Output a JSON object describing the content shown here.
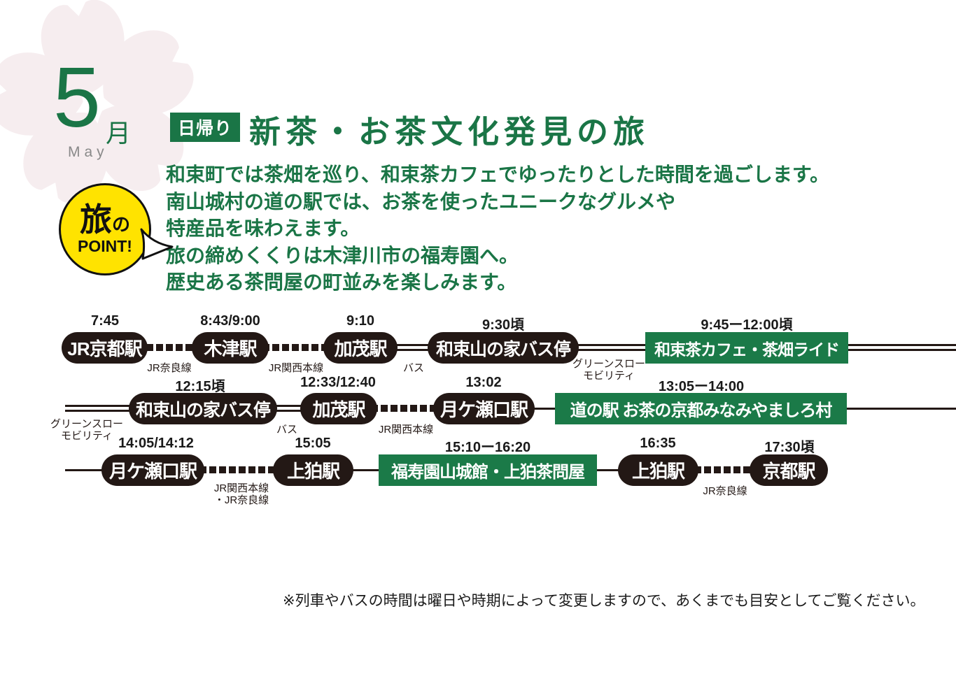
{
  "month": {
    "number": "5",
    "suffix": "月",
    "name": "May"
  },
  "point": {
    "big": "旅",
    "small": "の",
    "caption": "POINT!"
  },
  "header": {
    "badge": "日帰り",
    "title": "新茶・お茶文化発見の旅"
  },
  "description": {
    "line1": "和束町では茶畑を巡り、和束茶カフェでゆったりとした時間を過ごします。",
    "line2": "南山城村の道の駅では、お茶を使ったユニークなグルメや",
    "line3": "特産品を味わえます。",
    "line4": "旅の締めくくりは木津川市の福寿園へ。",
    "line5": "歴史ある茶問屋の町並みを楽しみます。"
  },
  "colors": {
    "green": "#1a7546",
    "ink": "#231815",
    "yellow": "#ffe300",
    "sakura_pink": "#f6edef",
    "gray": "#898989"
  },
  "rows": [
    {
      "stops": [
        {
          "time": "7:45",
          "label": "JR京都駅"
        },
        {
          "time": "8:43/9:00",
          "label": "木津駅"
        },
        {
          "time": "9:10",
          "label": "加茂駅"
        },
        {
          "time": "9:30頃",
          "label": "和束山の家バス停"
        },
        {
          "time": "9:45ー12:00頃",
          "label": "和束茶カフェ・茶畑ライド"
        }
      ],
      "legs": [
        {
          "mode": "JR奈良線"
        },
        {
          "mode": "JR関西本線"
        },
        {
          "mode": "バス"
        },
        {
          "mode": "グリーンスロー",
          "mode2": "モビリティ"
        }
      ]
    },
    {
      "stops": [
        {
          "time": "12:15頃",
          "label": "和束山の家バス停"
        },
        {
          "time": "12:33/12:40",
          "label": "加茂駅"
        },
        {
          "time": "13:02",
          "label": "月ケ瀬口駅"
        },
        {
          "time": "13:05ー14:00",
          "label": "道の駅 お茶の京都みなみやましろ村"
        }
      ],
      "legs": [
        {
          "mode": "グリーンスロー",
          "mode2": "モビリティ"
        },
        {
          "mode": "バス"
        },
        {
          "mode": "JR関西本線"
        }
      ]
    },
    {
      "stops": [
        {
          "time": "14:05/14:12",
          "label": "月ケ瀬口駅"
        },
        {
          "time": "15:05",
          "label": "上狛駅"
        },
        {
          "time": "15:10ー16:20",
          "label": "福寿園山城館・上狛茶問屋"
        },
        {
          "time": "16:35",
          "label": "上狛駅"
        },
        {
          "time": "17:30頃",
          "label": "京都駅"
        }
      ],
      "legs": [
        {
          "mode": "JR関西本線",
          "mode2": "・JR奈良線"
        },
        {
          "mode": "JR奈良線"
        }
      ]
    }
  ],
  "footnote": "※列車やバスの時間は曜日や時期によって変更しますので、あくまでも目安としてご覧ください。"
}
